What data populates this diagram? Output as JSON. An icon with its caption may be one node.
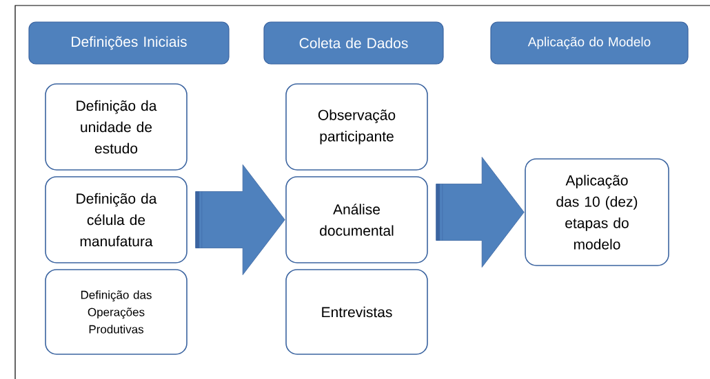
{
  "diagram": {
    "nodes": [
      {
        "text": [
          "Definições Iniciais"
        ]
      },
      {
        "text": [
          "Coleta de Dados"
        ]
      },
      {
        "text": [
          "Aplicação do Modelo"
        ]
      },
      {
        "text": [
          "Definição da unidade de estudo"
        ]
      },
      {
        "text": [
          "Definição da célula de manufatura"
        ]
      },
      {
        "text": [
          "Definição das Operações Produtivas"
        ]
      },
      {
        "text": [
          "Observação participante"
        ]
      },
      {
        "text": [
          "Análise documental"
        ]
      },
      {
        "text": [
          "Entrevistas"
        ]
      },
      {
        "text": [
          "Aplicação das 10 (dez) etapas do modelo"
        ]
      }
    ],
    "edges": [
      {
        "from": 4,
        "to": 7,
        "arrow": "to"
      },
      {
        "from": 7,
        "to": 9,
        "arrow": "to"
      }
    ]
  }
}
